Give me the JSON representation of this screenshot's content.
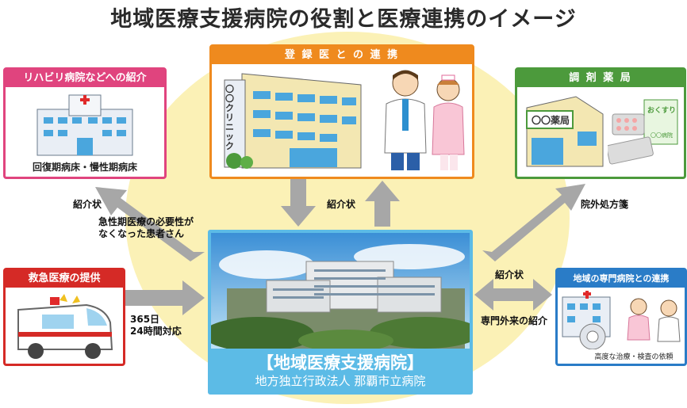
{
  "title": "地域医療支援病院の役割と医療連携のイメージ",
  "colors": {
    "circle": "#fbf1b6",
    "rehab": "#e0447e",
    "clinic": "#ef8a1e",
    "pharmacy": "#4c9a3c",
    "emergency": "#d52a26",
    "specialist": "#2a7cc7",
    "center": "#5cbbe6",
    "arrow": "#a7a7a7"
  },
  "rehab": {
    "header": "リハビリ病院などへの紹介",
    "caption": "回復期病床・慢性期病床"
  },
  "clinic": {
    "header": "登 録 医 と の 連 携",
    "sign": "〇〇クリニック"
  },
  "pharmacy": {
    "header": "調 剤 薬 局",
    "sign": "〇〇薬局",
    "medicine": "おくすり",
    "pharmacy_small": "〇〇病院"
  },
  "emergency": {
    "header": "救急医療の提供"
  },
  "specialist": {
    "header": "地域の専門病院との連携",
    "caption": "高度な治療・検査の依頼"
  },
  "center": {
    "title": "【地域医療支援病院】",
    "subtitle": "地方独立行政法人 那覇市立病院"
  },
  "labels": {
    "referral_left": "紹介状",
    "acute_note_1": "急性期医療の必要性が",
    "acute_note_2": "なくなった患者さん",
    "referral_top": "紹介状",
    "prescription": "院外処方箋",
    "hours_1": "365日",
    "hours_2": "24時間対応",
    "referral_right": "紹介状",
    "outpatient": "専門外来の紹介"
  }
}
